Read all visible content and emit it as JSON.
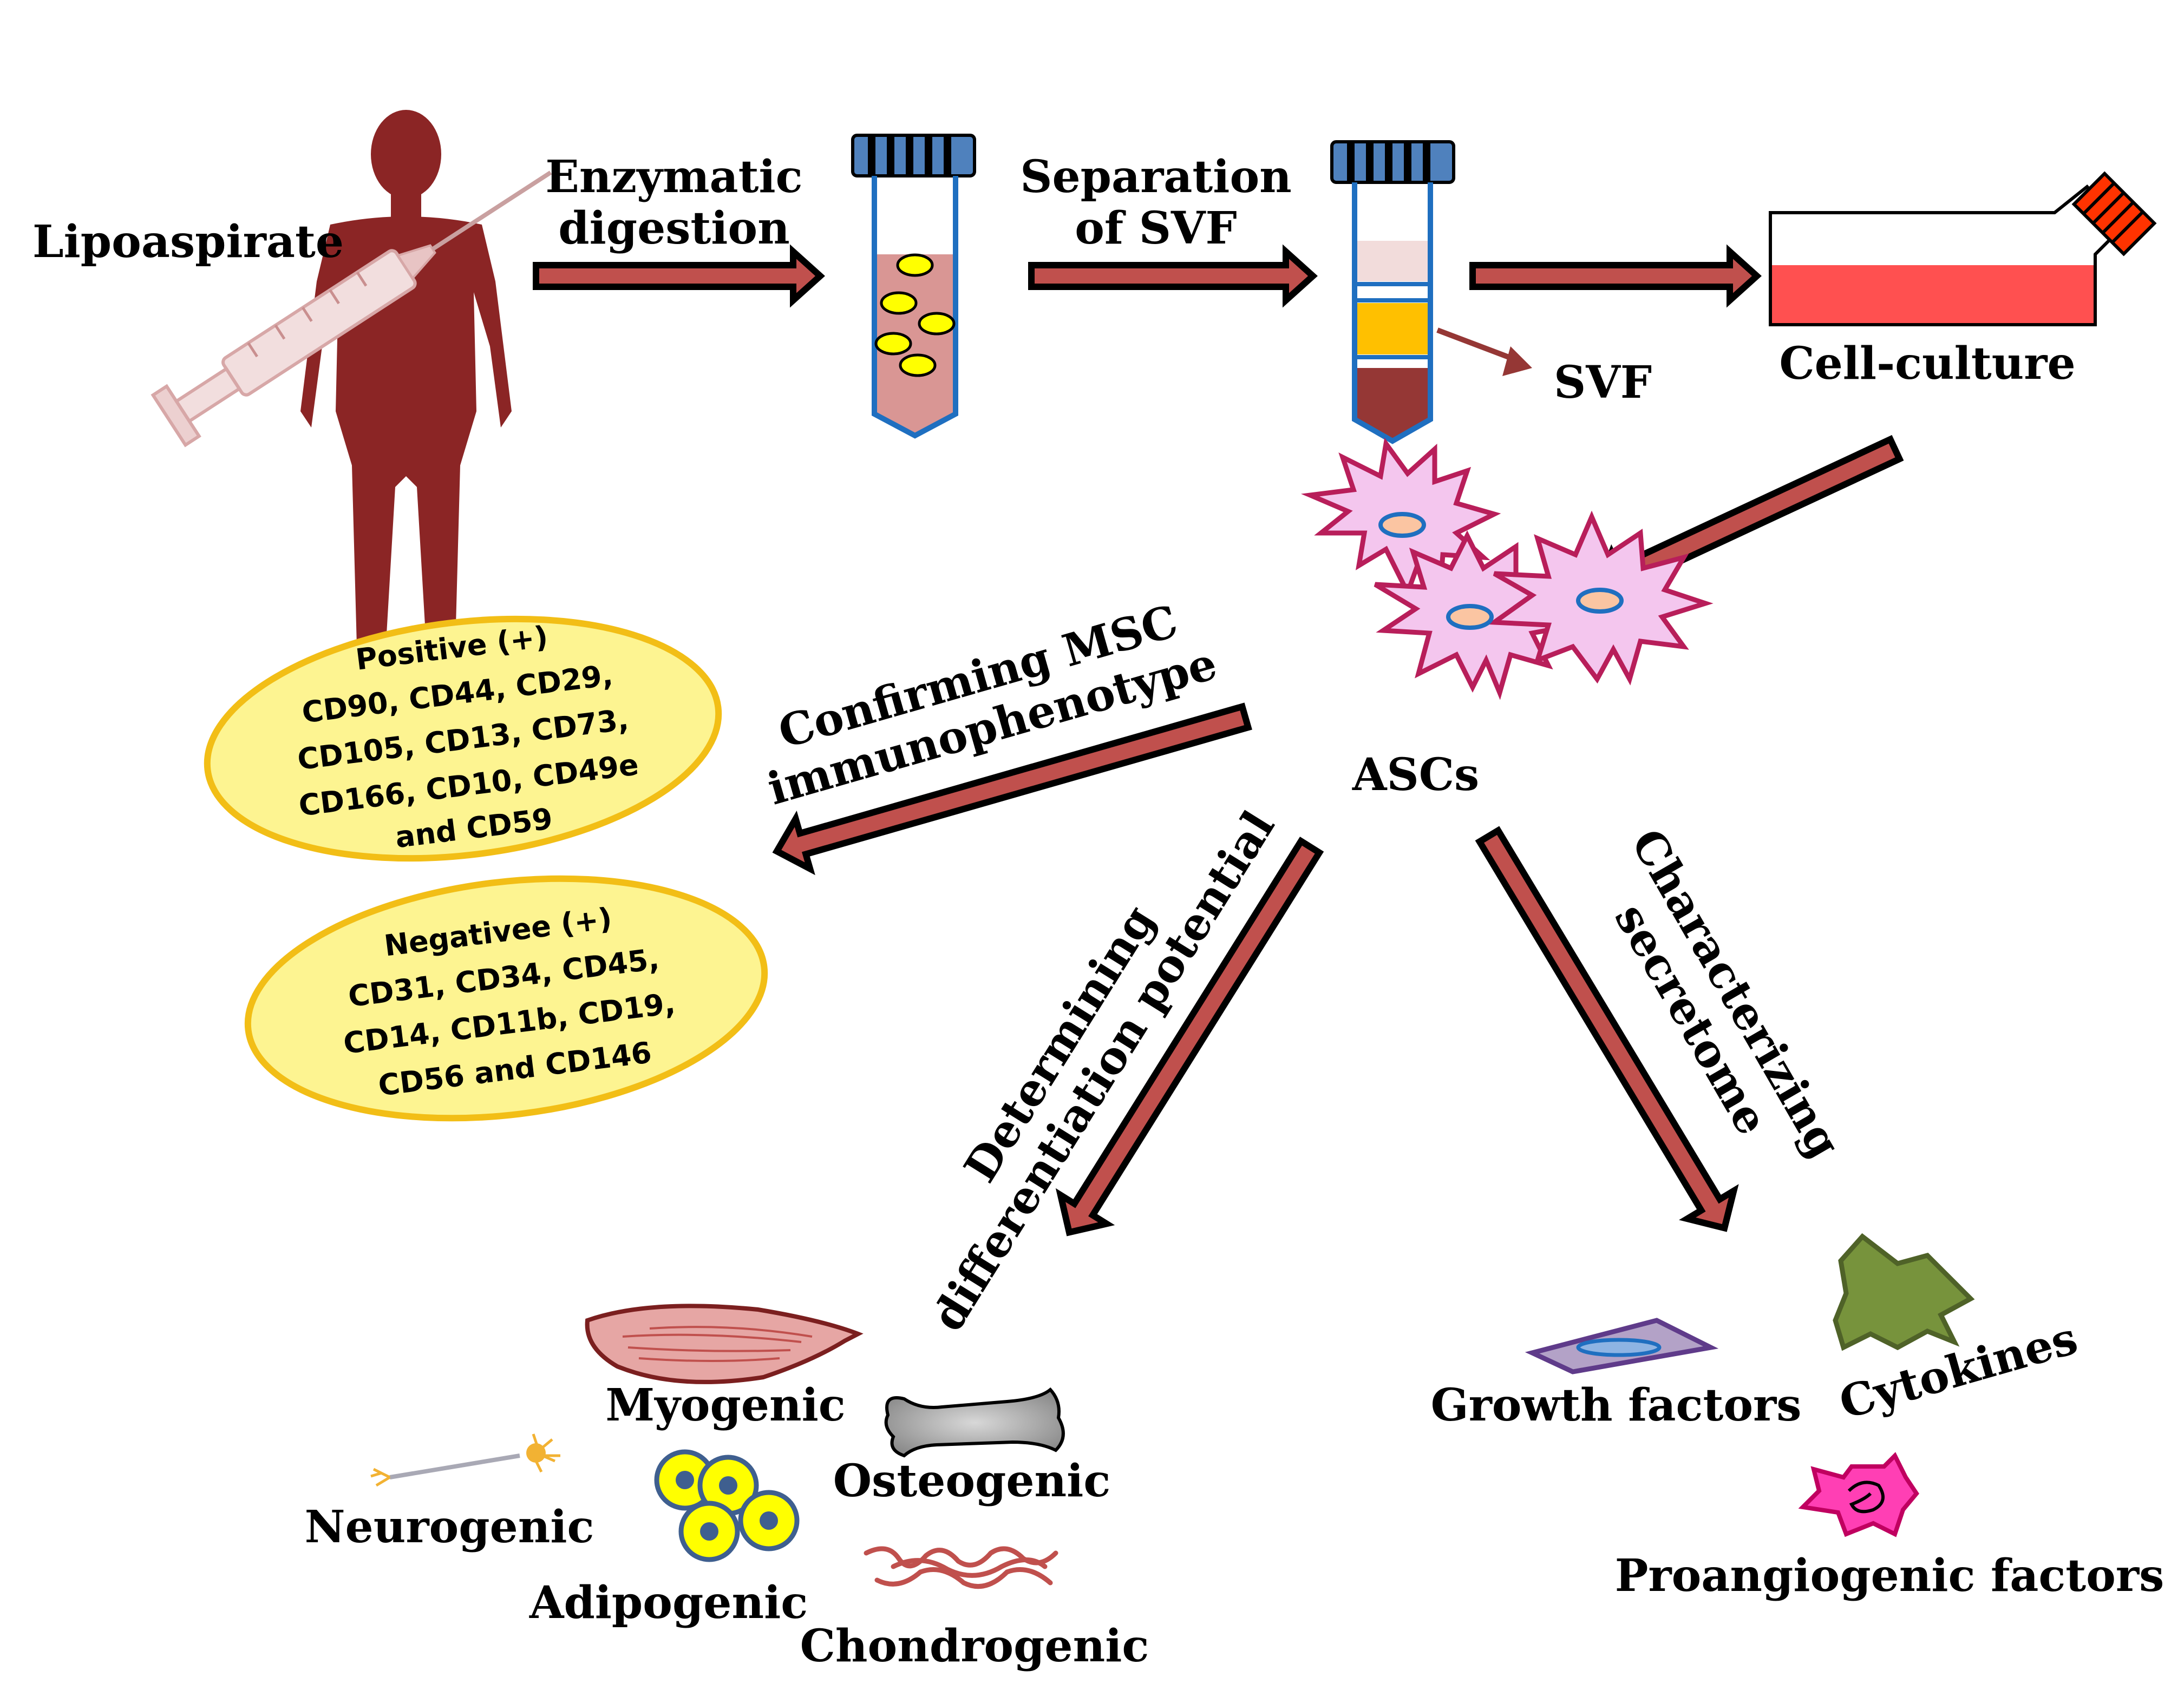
{
  "labels": {
    "lipoaspirate": "Lipoaspirate",
    "enzymatic_line1": "Enzymatic",
    "enzymatic_line2": "digestion",
    "separation_line1": "Separation",
    "separation_line2": "of SVF",
    "svf": "SVF",
    "cell_culture": "Cell-culture",
    "ascs": "ASCs",
    "confirming_line1": "Confirming MSC",
    "confirming_line2": "immunophenotype",
    "determining_line1": "Determining",
    "determining_line2": "differentiation potential",
    "characterizing_line1": "Characterizing",
    "characterizing_line2": "secretome"
  },
  "positive_markers": {
    "title": "Positive (+)",
    "line1": "CD90, CD44, CD29,",
    "line2": "CD105, CD13, CD73,",
    "line3": "CD166, CD10, CD49e",
    "line4": "and CD59"
  },
  "negative_markers": {
    "title": "Negativee (+)",
    "line1": "CD31, CD34, CD45,",
    "line2": "CD14, CD11b, CD19,",
    "line3": "CD56 and CD146"
  },
  "differentiation": {
    "myogenic": "Myogenic",
    "osteogenic": "Osteogenic",
    "neurogenic": "Neurogenic",
    "adipogenic": "Adipogenic",
    "chondrogenic": "Chondrogenic"
  },
  "secretome": {
    "growth_factors": "Growth factors",
    "cytokines": "Cytokines",
    "proangiogenic": "Proangiogenic factors"
  },
  "colors": {
    "arrow_fill": "#c0504d",
    "body": "#8b2525",
    "ellipse_fill": "#fdf491",
    "ellipse_stroke": "#f2be16",
    "cell_fill": "#f4c6ee",
    "cell_stroke": "#b81e5a"
  }
}
